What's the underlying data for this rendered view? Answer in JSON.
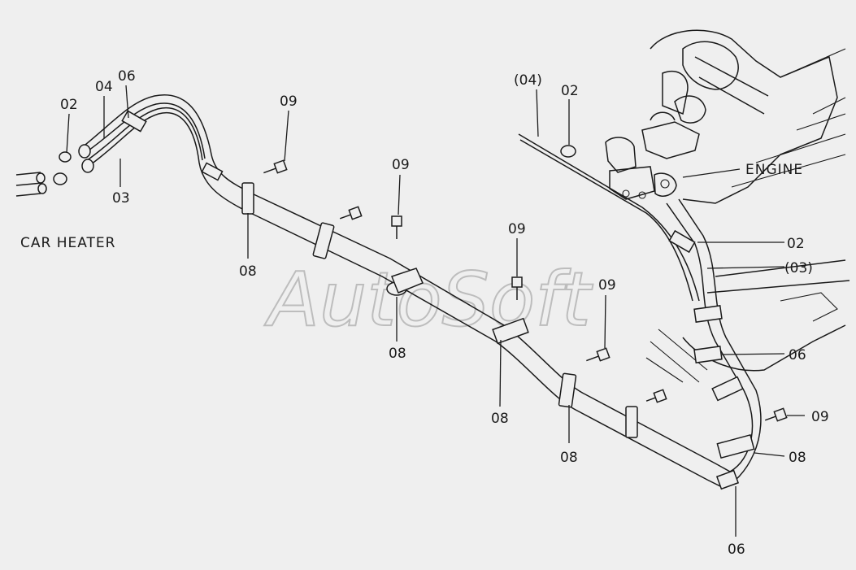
{
  "labels": {
    "car_heater": "CAR HEATER",
    "engine": "ENGINE",
    "watermark": "AutoSoft",
    "p02_left": "02",
    "p04_left": "04",
    "p06_left": "06",
    "p03_left": "03",
    "p09_a": "09",
    "p09_b": "09",
    "p09_c": "09",
    "p09_d": "09",
    "p09_right": "09",
    "p08_a": "08",
    "p08_b": "08",
    "p08_c": "08",
    "p08_d": "08",
    "p08_right": "08",
    "p04_top": "(04)",
    "p02_top": "02",
    "p02_right": "02",
    "p03_right": "(03)",
    "p06_right": "06",
    "p06_bottom": "06"
  }
}
